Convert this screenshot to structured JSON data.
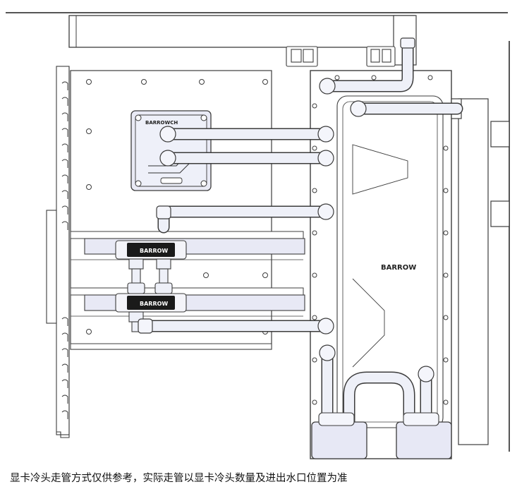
{
  "caption": "显卡冷头走管方式仅供参考，实际走管以显卡冷头数量及进出水口位置为准",
  "cpu_block_brand": "BARROWCH",
  "gpu_block_brand": "BARROW",
  "reservoir_brand": "BARROW",
  "colors": {
    "line": "#3c3c3c",
    "tube_fill": "#eef0f7",
    "block_fill": "#e7e8f5",
    "dark_plate": "#1a1a1a"
  }
}
